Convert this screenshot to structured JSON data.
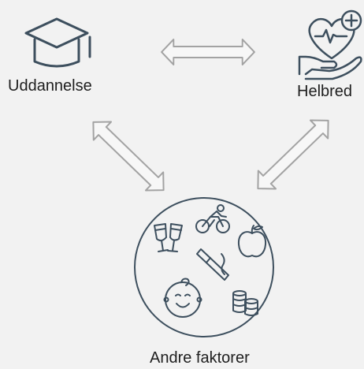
{
  "nodes": {
    "education": {
      "label": "Uddannelse",
      "icon": "graduation-cap-icon"
    },
    "health": {
      "label": "Helbred",
      "icon": "heart-in-hand-icon"
    },
    "other_factors": {
      "label": "Andre faktorer",
      "icons": [
        "wine-glasses-icon",
        "cyclist-icon",
        "apple-icon",
        "cigarette-icon",
        "baby-face-icon",
        "coins-stack-icon"
      ]
    }
  },
  "colors": {
    "icon_stroke": "#3d4f5e",
    "arrow_stroke": "#a3a3a3",
    "arrow_fill": "#f7f7f7",
    "background": "#f2f2f2",
    "text": "#1e1e1e"
  }
}
